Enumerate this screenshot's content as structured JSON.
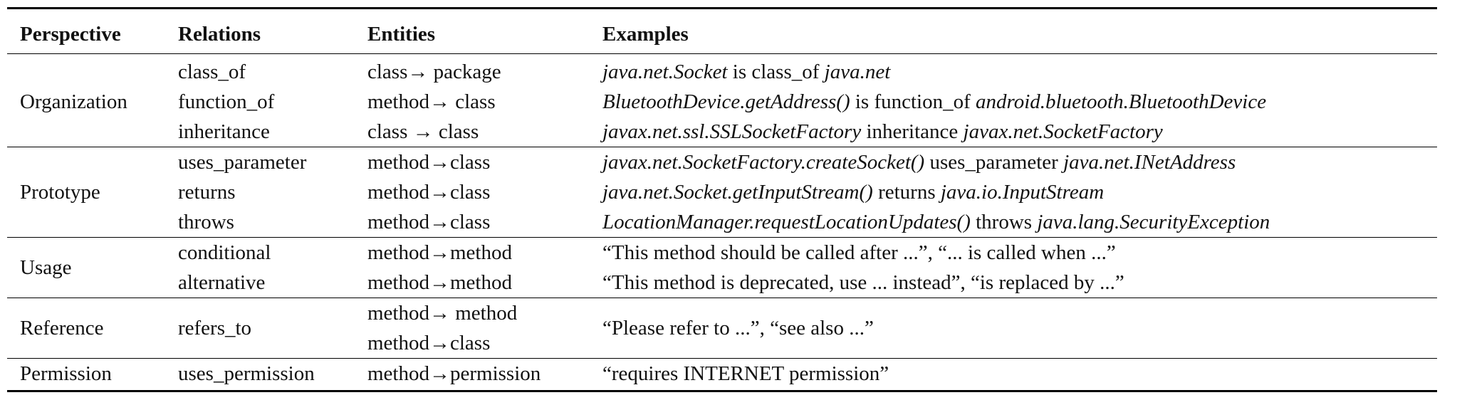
{
  "table": {
    "headers": [
      "Perspective",
      "Relations",
      "Entities",
      "Examples"
    ],
    "groups": [
      {
        "perspective": "Organization",
        "rows": [
          {
            "relation": "class_of",
            "entity": "class→ package",
            "ex": {
              "a": "java.net.Socket",
              "mid": " is class_of ",
              "b": "java.net"
            }
          },
          {
            "relation": "function_of",
            "entity": "method→ class",
            "ex": {
              "a": "BluetoothDevice.getAddress()",
              "mid": " is function_of ",
              "b": "android.bluetooth.BluetoothDevice"
            }
          },
          {
            "relation": "inheritance",
            "entity": "class → class",
            "ex": {
              "a": "javax.net.ssl.SSLSocketFactory",
              "mid": " inheritance ",
              "b": "javax.net.SocketFactory"
            }
          }
        ]
      },
      {
        "perspective": "Prototype",
        "rows": [
          {
            "relation": "uses_parameter",
            "entity": "method→class",
            "ex": {
              "a": "javax.net.SocketFactory.createSocket()",
              "mid": " uses_parameter ",
              "b": "java.net.INetAddress"
            }
          },
          {
            "relation": "returns",
            "entity": "method→class",
            "ex": {
              "a": "java.net.Socket.getInputStream()",
              "mid": " returns ",
              "b": "java.io.InputStream"
            }
          },
          {
            "relation": "throws",
            "entity": "method→class",
            "ex": {
              "a": "LocationManager.requestLocationUpdates()",
              "mid": " throws ",
              "b": "java.lang.SecurityException"
            }
          }
        ]
      },
      {
        "perspective": "Usage",
        "rows": [
          {
            "relation": "conditional",
            "entity": "method→method",
            "example": "“This method should be called after ...”, “... is called when ...”"
          },
          {
            "relation": "alternative",
            "entity": "method→method",
            "example": "“This method is deprecated, use ... instead”, “is replaced by ...”"
          }
        ]
      },
      {
        "perspective": "Reference",
        "relation": "refers_to",
        "entities": [
          "method→ method",
          "method→class"
        ],
        "example": "“Please refer to ...”, “see also ...”"
      },
      {
        "perspective": "Permission",
        "relation": "uses_permission",
        "entity": "method→permission",
        "example": "“requires INTERNET permission”"
      }
    ]
  }
}
